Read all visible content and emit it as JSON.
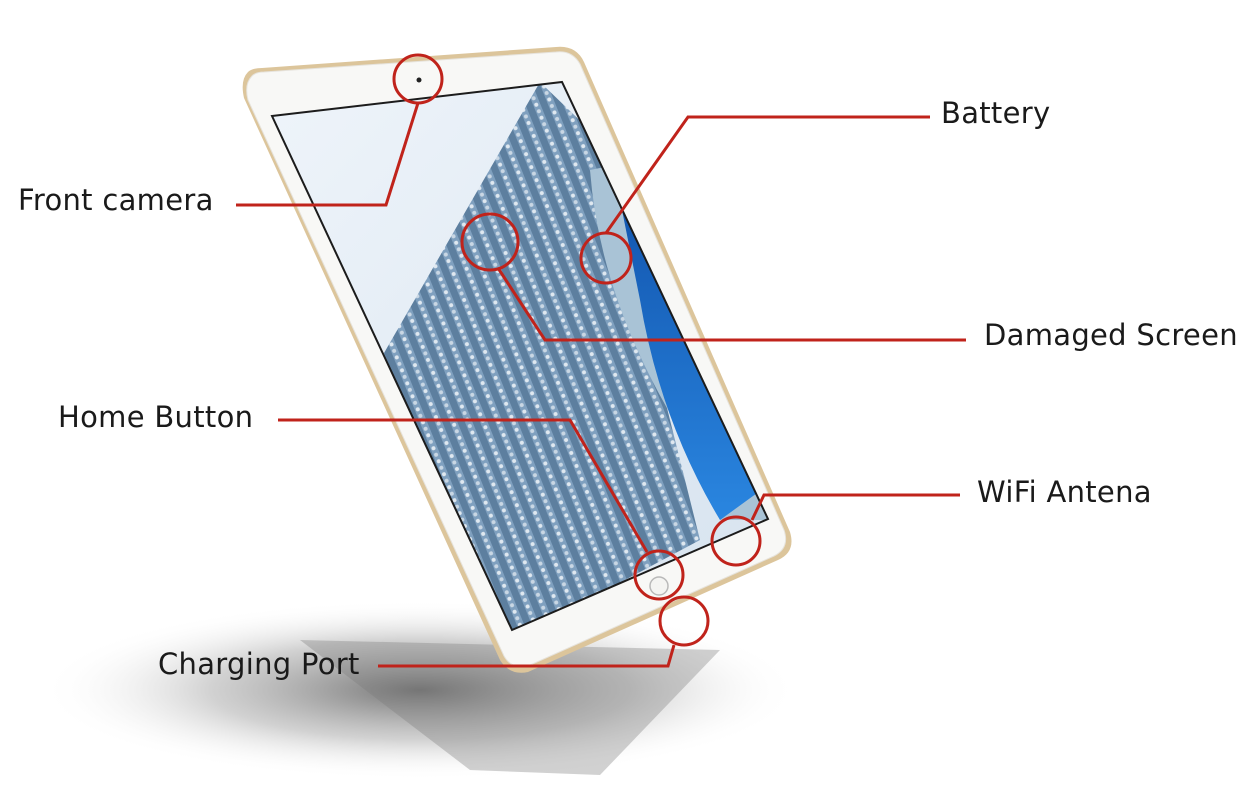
{
  "labels": {
    "front_camera": "Front camera",
    "battery": "Battery",
    "damaged_screen": "Damaged Screen",
    "home_button": "Home Button",
    "wifi_antenna": "WiFi Antena",
    "charging_port": "Charging Port"
  },
  "colors": {
    "callout": "#c0231b",
    "label_text": "#1a1a1a",
    "device_bezel": "#f7f7f5",
    "device_frame": "#d9c39a",
    "screen_blue": "#1e6fd0",
    "shadow": "#8a8a8a"
  },
  "icons": {
    "device": "tablet-icon"
  }
}
